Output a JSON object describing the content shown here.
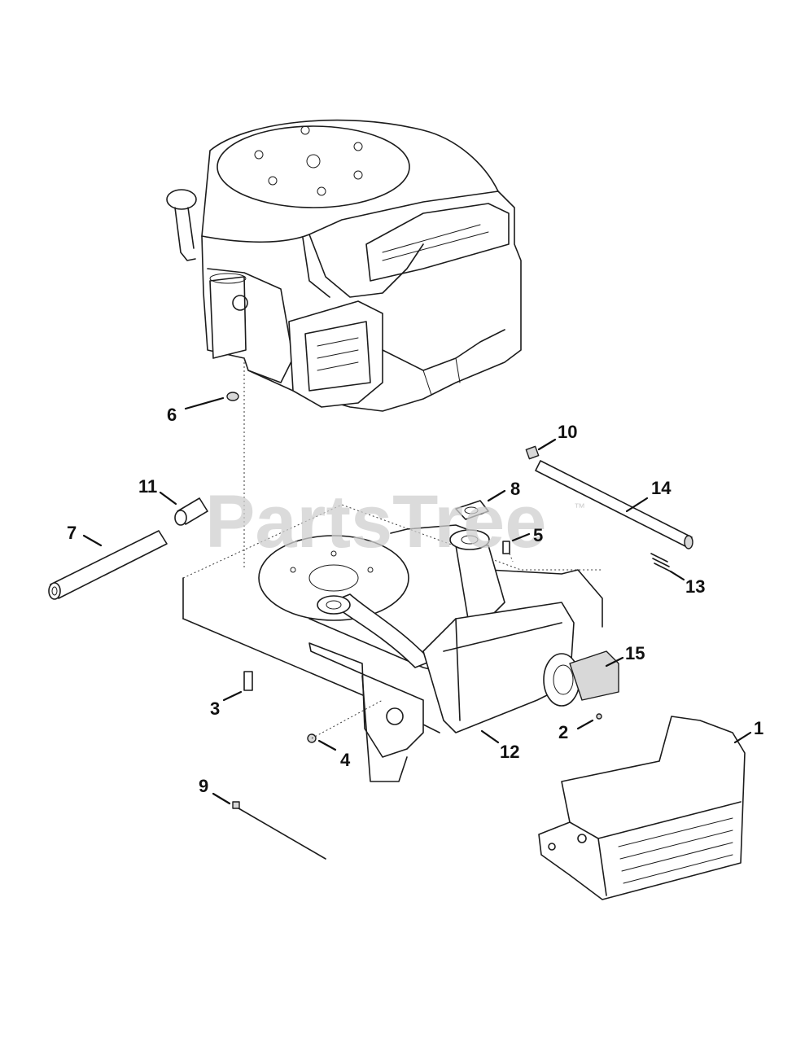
{
  "watermark": {
    "text": "PartsTree",
    "trademark": "™"
  },
  "callouts": [
    {
      "id": "1",
      "label": "1"
    },
    {
      "id": "2",
      "label": "2"
    },
    {
      "id": "3",
      "label": "3"
    },
    {
      "id": "4",
      "label": "4"
    },
    {
      "id": "5",
      "label": "5"
    },
    {
      "id": "6",
      "label": "6"
    },
    {
      "id": "7",
      "label": "7"
    },
    {
      "id": "8",
      "label": "8"
    },
    {
      "id": "9",
      "label": "9"
    },
    {
      "id": "10",
      "label": "10"
    },
    {
      "id": "11",
      "label": "11"
    },
    {
      "id": "12",
      "label": "12"
    },
    {
      "id": "13",
      "label": "13"
    },
    {
      "id": "14",
      "label": "14"
    },
    {
      "id": "15",
      "label": "15"
    }
  ]
}
